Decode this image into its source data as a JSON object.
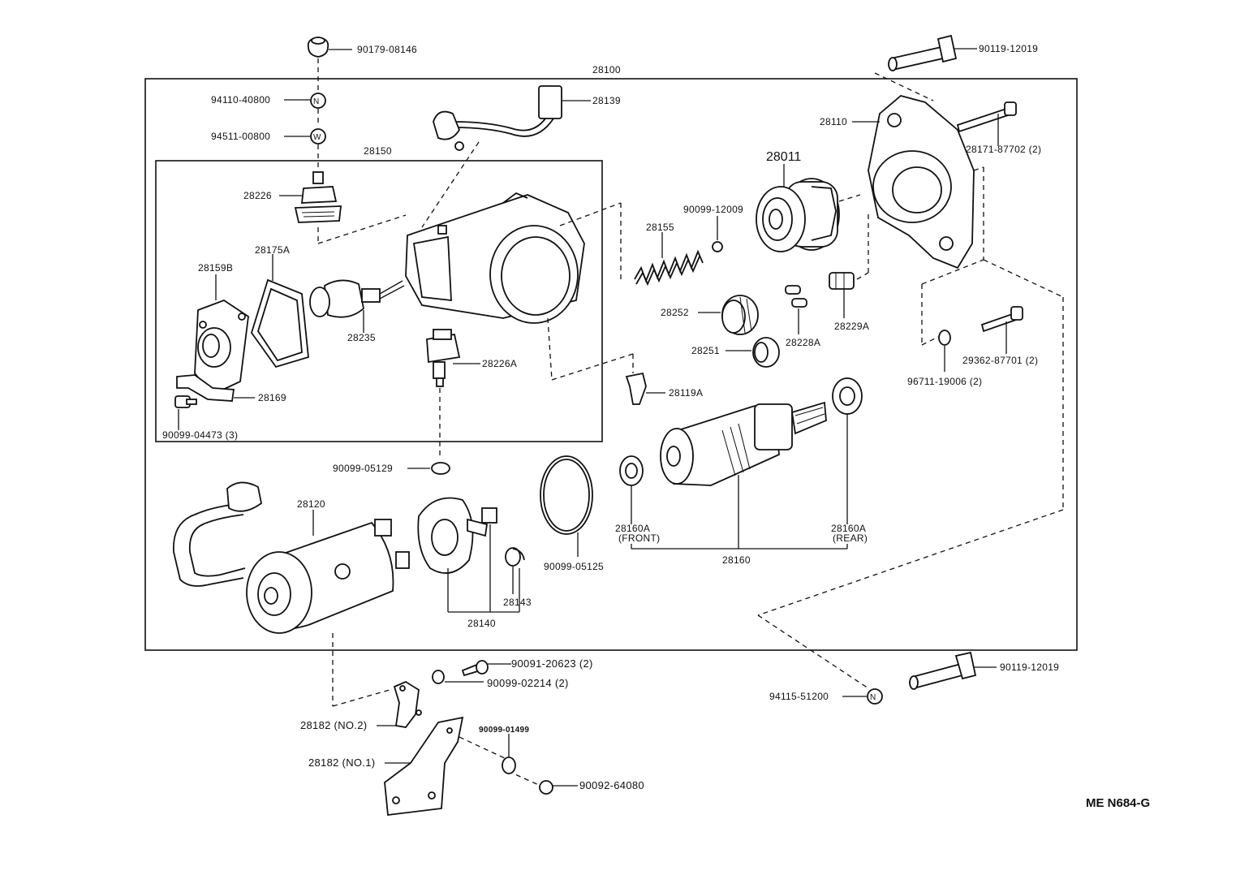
{
  "diagram": {
    "code": "ME  N684-G",
    "labels": {
      "p90179_08146": "90179-08146",
      "p28100": "28100",
      "p90119_12019_top": "90119-12019",
      "p94110_40800": "94110-40800",
      "p28139": "28139",
      "p94511_00800": "94511-00800",
      "p28110": "28110",
      "p28150": "28150",
      "p28171_87702": "28171-87702 (2)",
      "p28011": "28011",
      "p90099_12009": "90099-12009",
      "p28226": "28226",
      "p28155": "28155",
      "p28175A": "28175A",
      "p28159B": "28159B",
      "p28252": "28252",
      "p28229A": "28229A",
      "p28228A": "28228A",
      "p28235": "28235",
      "p28251": "28251",
      "p28226A": "28226A",
      "p29362_87701": "29362-87701 (2)",
      "p96711_19006": "96711-19006 (2)",
      "p28169": "28169",
      "p28119A": "28119A",
      "p90099_04473": "90099-04473 (3)",
      "p90099_05129": "90099-05129",
      "p28120": "28120",
      "p28160A_front": "28160A",
      "front": "(FRONT)",
      "p28160A_rear": "28160A",
      "rear": "(REAR)",
      "p90099_05125": "90099-05125",
      "p28160": "28160",
      "p28143": "28143",
      "p28140": "28140",
      "p90091_20623": "90091-20623 (2)",
      "p90099_02214": "90099-02214 (2)",
      "p90119_12019_bot": "90119-12019",
      "p94115_51200": "94115-51200",
      "p28182_no2": "28182  (NO.2)",
      "p90099_01499": "90099-01499",
      "p28182_no1": "28182  (NO.1)",
      "p90092_64080": "90092-64080"
    }
  }
}
